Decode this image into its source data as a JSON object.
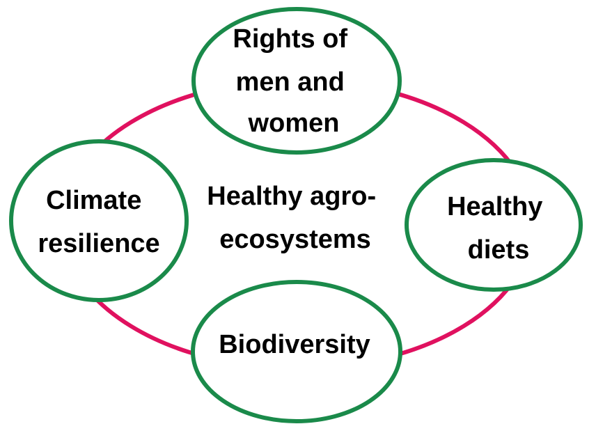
{
  "colors": {
    "ring": "#e0115f",
    "ellipse_stroke": "#1a8a4a",
    "ellipse_fill": "#ffffff",
    "text": "#000000"
  },
  "center": {
    "line1": "Healthy agro-",
    "line2": "ecosystems"
  },
  "nodes": {
    "top": {
      "line1": "Rights of",
      "line2": "men and",
      "line3": "women"
    },
    "left": {
      "line1": "Climate",
      "line2": "resilience"
    },
    "right": {
      "line1": "Healthy",
      "line2": "diets"
    },
    "bottom": {
      "line1": "Biodiversity"
    }
  }
}
